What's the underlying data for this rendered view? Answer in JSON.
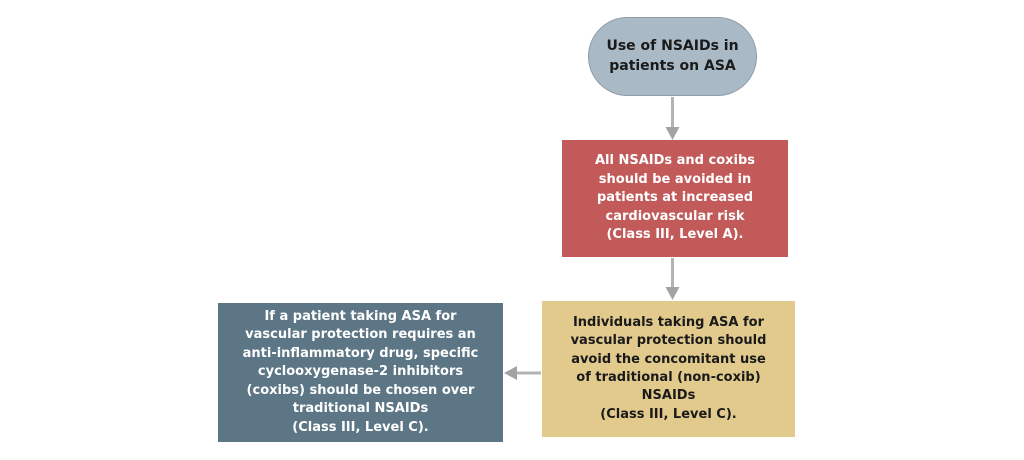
{
  "diagram": {
    "type": "flowchart",
    "arrow_color": "#adadad",
    "nodes": {
      "start": {
        "shape": "terminator",
        "text": "Use of NSAIDs in\npatients on ASA",
        "fill": "#a9b9c5",
        "text_color": "#1a1a1a"
      },
      "avoid_all": {
        "shape": "process",
        "text": "All NSAIDs and coxibs\nshould be avoided in\npatients at increased\ncardiovascular risk\n(Class III, Level A).",
        "fill": "#c25a5a",
        "text_color": "#ffffff"
      },
      "avoid_concomitant": {
        "shape": "process",
        "text": "Individuals taking ASA for\nvascular protection should\navoid the concomitant use\nof traditional (non-coxib)\nNSAIDs\n(Class III, Level C).",
        "fill": "#e2ca8d",
        "text_color": "#1a1a1a"
      },
      "choose_coxibs": {
        "shape": "process",
        "text": "If a patient taking ASA for\nvascular protection requires an\nanti-inflammatory drug, specific\ncyclooxygenase-2 inhibitors\n(coxibs) should be chosen over\ntraditional NSAIDs\n(Class III, Level C).",
        "fill": "#5d7685",
        "text_color": "#ffffff"
      }
    },
    "connectors": [
      {
        "from": "start",
        "to": "avoid_all",
        "direction": "down"
      },
      {
        "from": "avoid_all",
        "to": "avoid_concomitant",
        "direction": "down"
      },
      {
        "from": "avoid_concomitant",
        "to": "choose_coxibs",
        "direction": "left"
      }
    ]
  }
}
